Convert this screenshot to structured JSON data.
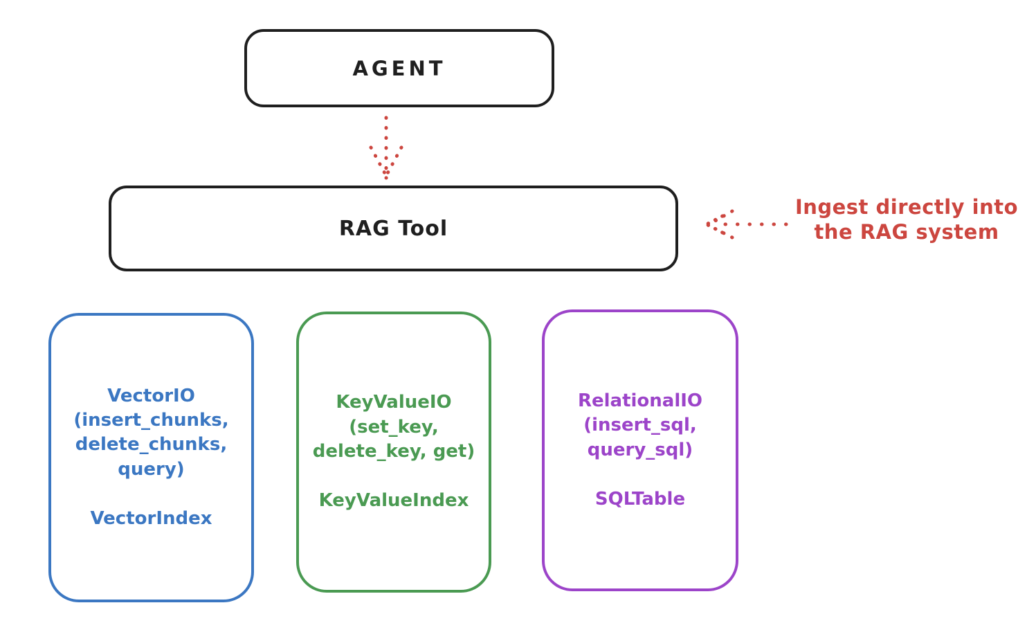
{
  "colors": {
    "ink": "#1f1f1f",
    "red": "#cc463f",
    "blue": "#3b77c2",
    "green": "#4a9a52",
    "purple": "#9c44c9"
  },
  "nodes": {
    "agent": {
      "label": "AGENT"
    },
    "rag_tool": {
      "label": "RAG Tool"
    }
  },
  "annotation": {
    "lines": [
      "Ingest directly into",
      "the RAG system"
    ]
  },
  "arrows": [
    {
      "name": "agent-to-rag-tool",
      "style": "dotted",
      "direction": "down"
    },
    {
      "name": "annotation-to-rag-tool",
      "style": "dotted",
      "direction": "left"
    }
  ],
  "storage_boxes": [
    {
      "name": "vector-io",
      "color": "#3b77c2",
      "api_lines": [
        "VectorIO",
        "(insert_chunks,",
        "delete_chunks,",
        "query)"
      ],
      "index_label": "VectorIndex"
    },
    {
      "name": "key-value-io",
      "color": "#4a9a52",
      "api_lines": [
        "KeyValueIO",
        "(set_key,",
        "delete_key, get)"
      ],
      "index_label": "KeyValueIndex"
    },
    {
      "name": "relational-io",
      "color": "#9c44c9",
      "api_lines": [
        "RelationalIO",
        "(insert_sql,",
        "query_sql)"
      ],
      "index_label": "SQLTable"
    }
  ]
}
